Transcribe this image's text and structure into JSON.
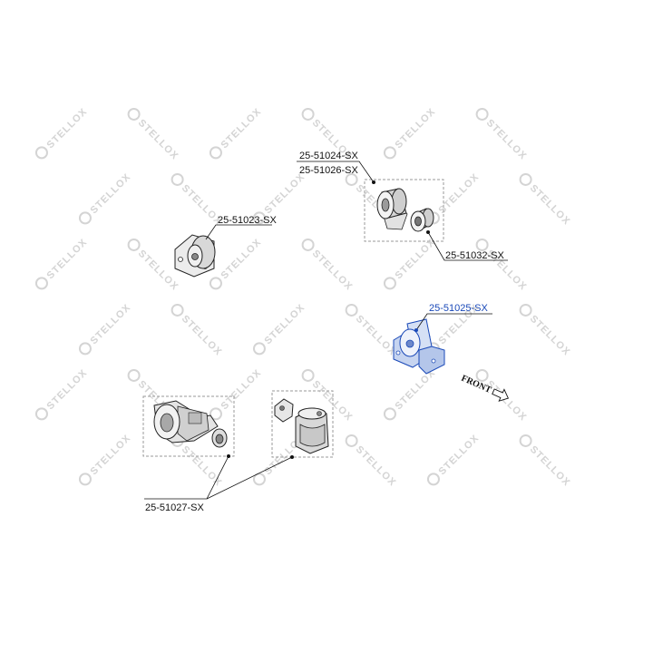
{
  "watermark": {
    "text": "STELLOX"
  },
  "callouts": [
    {
      "id": "a",
      "text": "25-51023-SX",
      "highlighted": false
    },
    {
      "id": "b",
      "text": "25-51024-SX",
      "highlighted": false
    },
    {
      "id": "c",
      "text": "25-51026-SX",
      "highlighted": false
    },
    {
      "id": "d",
      "text": "25-51032-SX",
      "highlighted": false
    },
    {
      "id": "e",
      "text": "25-51025-SX",
      "highlighted": true
    },
    {
      "id": "f",
      "text": "25-51027-SX",
      "highlighted": false
    }
  ],
  "direction": {
    "text": "FRONT"
  },
  "colors": {
    "line": "#111111",
    "part": "#dcdcdc",
    "part_shade": "#8a8a8a",
    "highlight": "#1a49b8",
    "highlight_fill": "#c6d4f0",
    "watermark": "#d4d4d4",
    "box": "#9a9a9a"
  }
}
